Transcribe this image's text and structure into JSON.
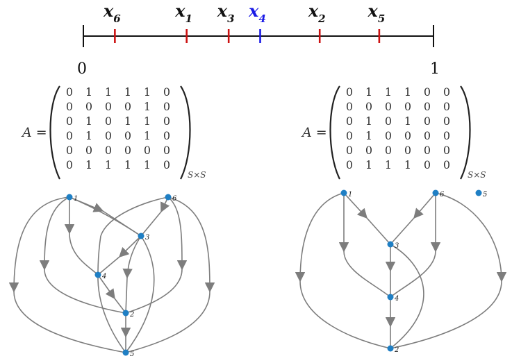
{
  "number_line": {
    "start_label": "0",
    "end_label": "1",
    "points": [
      {
        "id": "x6",
        "base": "x",
        "sub": "6",
        "value": 0.09,
        "color": "#cc1111"
      },
      {
        "id": "x1",
        "base": "x",
        "sub": "1",
        "value": 0.295,
        "color": "#cc1111"
      },
      {
        "id": "x3",
        "base": "x",
        "sub": "3",
        "value": 0.415,
        "color": "#cc1111"
      },
      {
        "id": "x4",
        "base": "x",
        "sub": "4",
        "value": 0.505,
        "color": "#1a1ae6"
      },
      {
        "id": "x2",
        "base": "x",
        "sub": "2",
        "value": 0.675,
        "color": "#cc1111"
      },
      {
        "id": "x5",
        "base": "x",
        "sub": "5",
        "value": 0.845,
        "color": "#cc1111"
      }
    ]
  },
  "matrices": [
    {
      "lhs": "A =",
      "subscript": "S×S",
      "rows": [
        [
          "0",
          "1",
          "1",
          "1",
          "1",
          "0"
        ],
        [
          "0",
          "0",
          "0",
          "0",
          "1",
          "0"
        ],
        [
          "0",
          "1",
          "0",
          "1",
          "1",
          "0"
        ],
        [
          "0",
          "1",
          "0",
          "0",
          "1",
          "0"
        ],
        [
          "0",
          "0",
          "0",
          "0",
          "0",
          "0"
        ],
        [
          "0",
          "1",
          "1",
          "1",
          "1",
          "0"
        ]
      ]
    },
    {
      "lhs": "A =",
      "subscript": "S×S",
      "rows": [
        [
          "0",
          "1",
          "1",
          "1",
          "0",
          "0"
        ],
        [
          "0",
          "0",
          "0",
          "0",
          "0",
          "0"
        ],
        [
          "0",
          "1",
          "0",
          "1",
          "0",
          "0"
        ],
        [
          "0",
          "1",
          "0",
          "0",
          "0",
          "0"
        ],
        [
          "0",
          "0",
          "0",
          "0",
          "0",
          "0"
        ],
        [
          "0",
          "1",
          "1",
          "1",
          "0",
          "0"
        ]
      ]
    }
  ],
  "graphs": [
    {
      "nodes": [
        "1",
        "6",
        "3",
        "4",
        "2",
        "5"
      ],
      "edges": [
        [
          "1",
          "3"
        ],
        [
          "1",
          "4"
        ],
        [
          "1",
          "2"
        ],
        [
          "1",
          "5"
        ],
        [
          "6",
          "3"
        ],
        [
          "6",
          "4"
        ],
        [
          "6",
          "2"
        ],
        [
          "6",
          "5"
        ],
        [
          "3",
          "4"
        ],
        [
          "3",
          "2"
        ],
        [
          "3",
          "5"
        ],
        [
          "4",
          "2"
        ],
        [
          "4",
          "5"
        ],
        [
          "2",
          "5"
        ]
      ]
    },
    {
      "nodes": [
        "1",
        "6",
        "5",
        "3",
        "4",
        "2"
      ],
      "edges": [
        [
          "1",
          "3"
        ],
        [
          "1",
          "4"
        ],
        [
          "1",
          "2"
        ],
        [
          "6",
          "3"
        ],
        [
          "6",
          "4"
        ],
        [
          "6",
          "2"
        ],
        [
          "3",
          "4"
        ],
        [
          "3",
          "2"
        ],
        [
          "4",
          "2"
        ]
      ]
    }
  ]
}
